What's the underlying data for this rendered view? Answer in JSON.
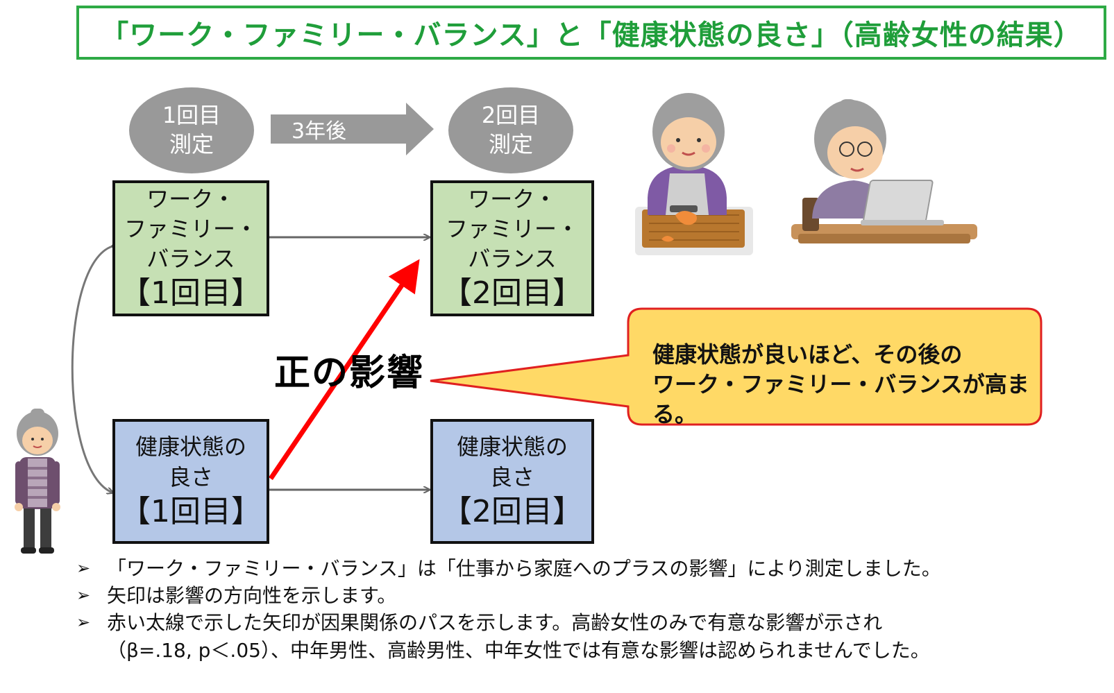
{
  "title": "「ワーク・ファミリー・バランス」と「健康状態の良さ」（高齢女性の結果）",
  "measurements": {
    "first": "1回目\n測定",
    "interval": "3年後",
    "second": "2回目\n測定"
  },
  "nodes": {
    "wfb_1": {
      "label": "ワーク・\nファミリー・\nバランス",
      "round": "【1回目】"
    },
    "wfb_2": {
      "label": "ワーク・\nファミリー・\nバランス",
      "round": "【2回目】"
    },
    "health_1": {
      "label": "健康状態の\n良さ",
      "round": "【1回目】"
    },
    "health_2": {
      "label": "健康状態の\n良さ",
      "round": "【2回目】"
    }
  },
  "effect_label": "正の影響",
  "callout": "健康状態が良いほど、その後の\nワーク・ファミリー・バランスが高まる。",
  "notes": [
    "「ワーク・ファミリー・バランス」は「仕事から家庭へのプラスの影響」により測定しました。",
    "矢印は影響の方向性を示します。",
    "赤い太線で示した矢印が因果関係のパスを示します。高齢女性のみで有意な影響が示され\n（β=.18, p＜.05）、中年男性、高齢男性、中年女性では有意な影響は認められませんでした。"
  ],
  "colors": {
    "title_border": "#2eaa45",
    "title_text": "#1f9e3a",
    "wfb_box": "#c6e0b4",
    "health_box": "#b4c7e7",
    "ellipse": "#999999",
    "causal_arrow": "#ff0000",
    "callout_fill": "#ffd966",
    "callout_border": "#e02020"
  },
  "icons": {
    "bullet": "arrowhead-bullet",
    "illustration_1": "elderly-woman-cooking",
    "illustration_2": "elderly-woman-laptop",
    "illustration_3": "elderly-woman-standing"
  }
}
